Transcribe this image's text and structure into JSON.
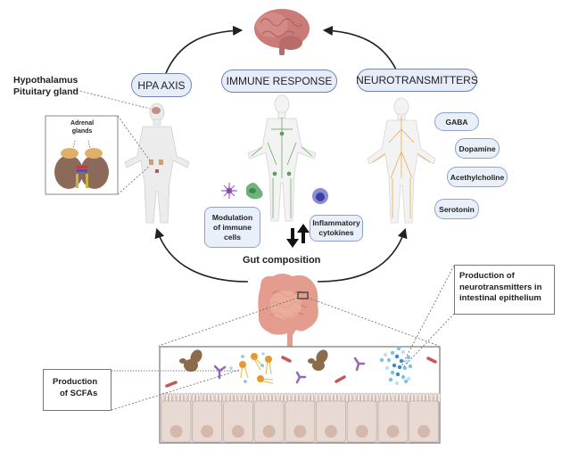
{
  "center": {
    "brain_icon": "brain-icon",
    "gut_label": "Gut composition"
  },
  "axes": {
    "hpa": "HPA AXIS",
    "immune": "IMMUNE RESPONSE",
    "neuro": "NEUROTRANSMITTERS"
  },
  "hpa_panel": {
    "hypothalamus_line1": "Hypothalamus",
    "hypothalamus_line2": "Pituitary gland",
    "adrenal_line1": "Adrenal",
    "adrenal_line2": "glands"
  },
  "immune_panel": {
    "modulation_line1": "Modulation",
    "modulation_line2": "of immune",
    "modulation_line3": "cells",
    "cytokines_line1": "Inflammatory",
    "cytokines_line2": "cytokines"
  },
  "neuro_panel": {
    "items": [
      "GABA",
      "Dopamine",
      "Acethylcholine",
      "Serotonin"
    ]
  },
  "callouts": {
    "scfa_line1": "Production",
    "scfa_line2": "of SCFAs",
    "nt_line1": "Production of",
    "nt_line2": "neurotransmitters in",
    "nt_line3": "intestinal epithelium"
  },
  "colors": {
    "pill_fill": "#e6edf8",
    "pill_border": "#6f86b3",
    "brain": "#c97b78",
    "gut": "#e49c8e",
    "lymph": "#5c9e55",
    "nerve": "#e8b45a",
    "epithelium": "#e8d9d2"
  }
}
